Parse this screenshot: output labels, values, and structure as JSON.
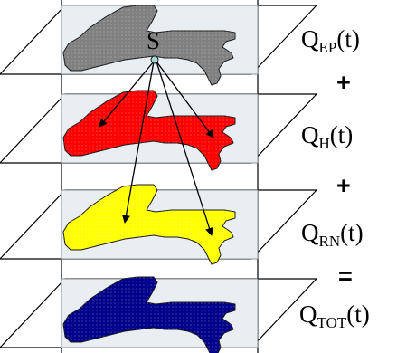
{
  "layers": [
    {
      "id": "ep",
      "color": "#808080",
      "quantity": "Q",
      "subscript": "EP",
      "suffix": "(t)"
    },
    {
      "id": "h",
      "color": "#ff0000",
      "quantity": "Q",
      "subscript": "H",
      "suffix": "(t)"
    },
    {
      "id": "rn",
      "color": "#ffff00",
      "quantity": "Q",
      "subscript": "RN",
      "suffix": "(t)"
    },
    {
      "id": "tot",
      "color": "#00008b",
      "quantity": "Q",
      "subscript": "TOT",
      "suffix": "(t)"
    }
  ],
  "operators": [
    "+",
    "+",
    "="
  ],
  "source": {
    "label": "S",
    "color": "#9ed6d6"
  }
}
